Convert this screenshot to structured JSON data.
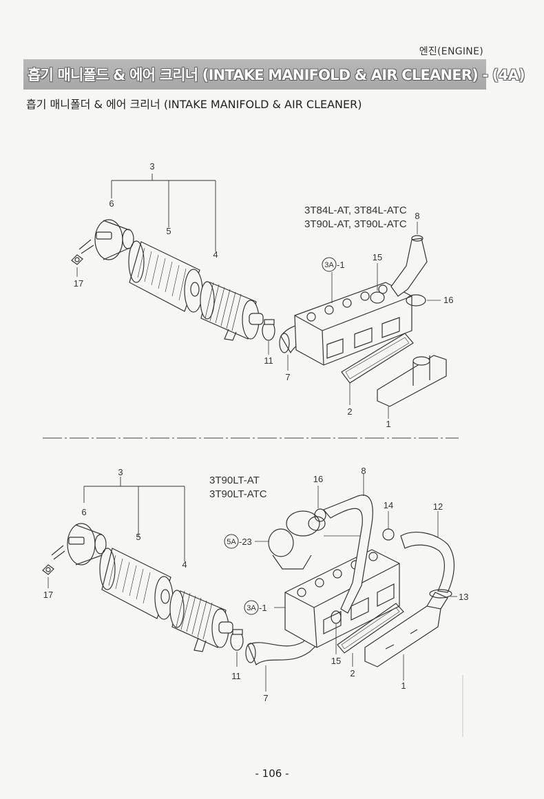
{
  "header": {
    "section": "엔진(ENGINE)",
    "title": "흡기 매니폴드 & 에어 크리너 (INTAKE MANIFOLD & AIR CLEANER) - (4A)",
    "subtitle": "흡기 매니폴더 & 에어 크리너 (INTAKE MANIFOLD & AIR CLEANER)"
  },
  "diagram_top": {
    "models": [
      "3T84L-AT, 3T84L-ATC",
      "3T90L-AT, 3T90L-ATC"
    ],
    "callouts": {
      "c3": "3",
      "c6": "6",
      "c5": "5",
      "c4": "4",
      "c17": "17",
      "c8": "8",
      "c15": "15",
      "c16": "16",
      "ref": "3A",
      "ref_suffix": "-1",
      "c11": "11",
      "c7": "7",
      "c2": "2",
      "c1": "1"
    }
  },
  "diagram_bottom": {
    "models": [
      "3T90LT-AT",
      "3T90LT-ATC"
    ],
    "callouts": {
      "c3": "3",
      "c6": "6",
      "c5": "5",
      "c4": "4",
      "c17": "17",
      "c16": "16",
      "c8": "8",
      "c14": "14",
      "c12": "12",
      "ref5": "5A",
      "ref5_suffix": "-23",
      "ref3": "3A",
      "ref3_suffix": "-1",
      "c13": "13",
      "c15": "15",
      "c2": "2",
      "c1": "1",
      "c11": "11",
      "c7": "7"
    }
  },
  "footer": {
    "page_number": "- 106 -"
  }
}
